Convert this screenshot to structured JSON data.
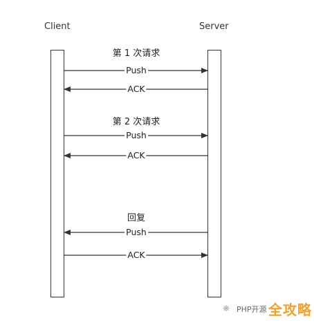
{
  "actors": {
    "client": "Client",
    "server": "Server"
  },
  "groups": [
    {
      "title": "第 1 次请求"
    },
    {
      "title": "第 2 次请求"
    },
    {
      "title": "回复"
    }
  ],
  "messages": [
    {
      "label": "Push",
      "from": "client",
      "to": "server"
    },
    {
      "label": "ACK",
      "from": "server",
      "to": "client"
    },
    {
      "label": "Push",
      "from": "client",
      "to": "server"
    },
    {
      "label": "ACK",
      "from": "server",
      "to": "client"
    },
    {
      "label": "Push",
      "from": "server",
      "to": "client"
    },
    {
      "label": "ACK",
      "from": "client",
      "to": "server"
    }
  ],
  "watermark": {
    "source": "PHP开源",
    "logo": "全攻略"
  },
  "colors": {
    "line": "#333333",
    "logo": "#f2a02d"
  }
}
